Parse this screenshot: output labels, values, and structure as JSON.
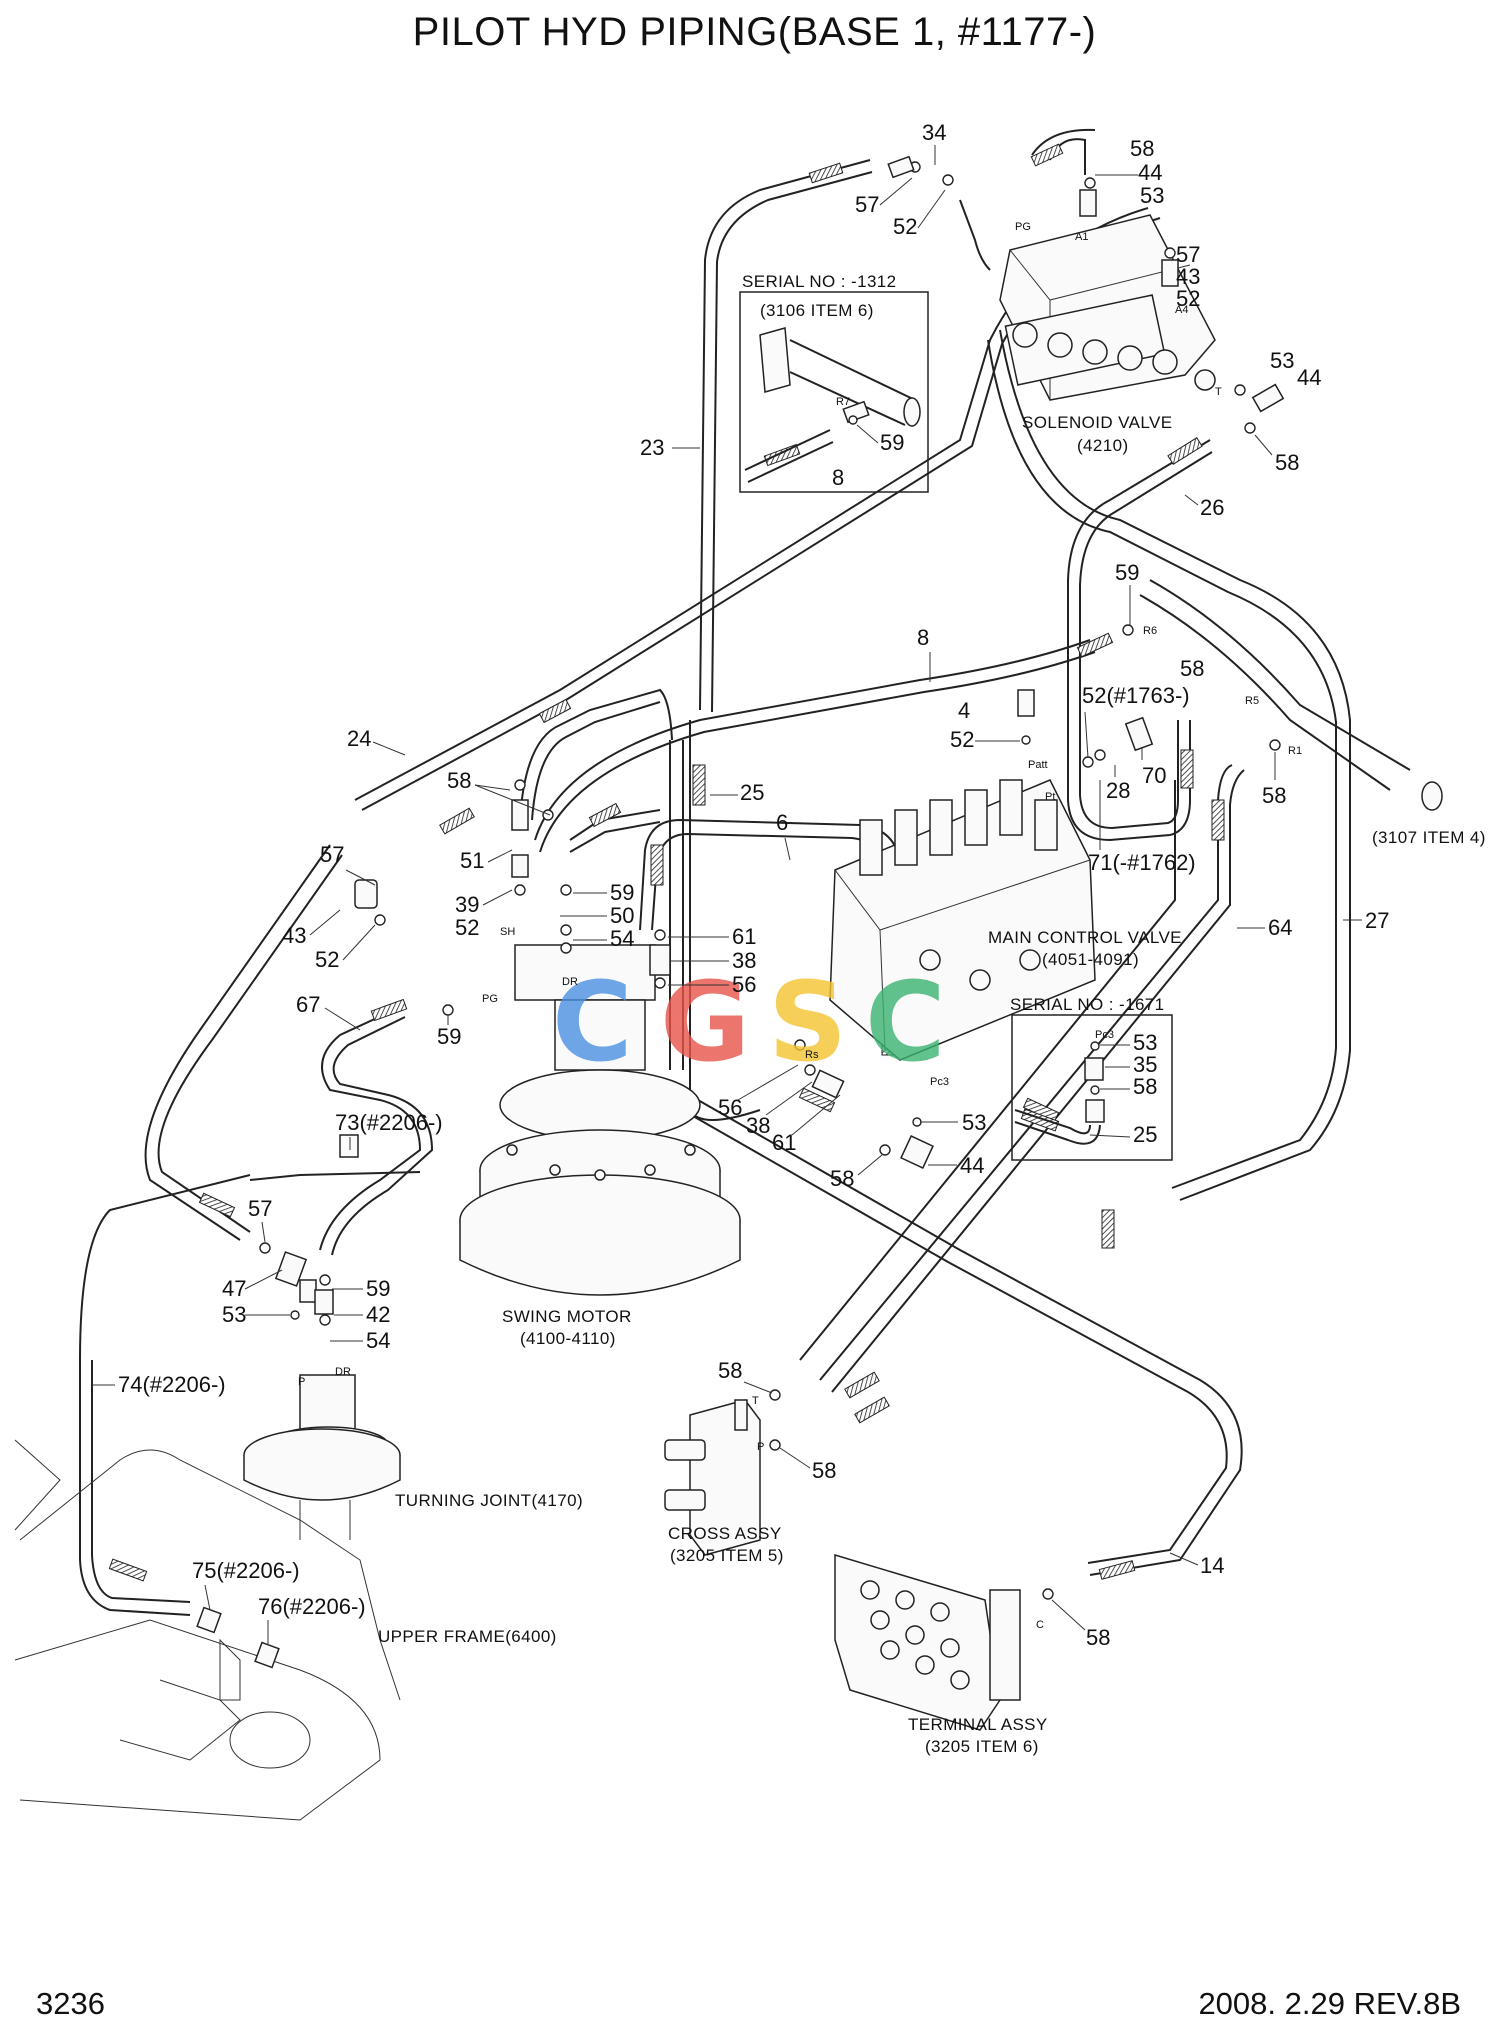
{
  "header": {
    "title": "PILOT HYD PIPING(BASE 1, #1177-)"
  },
  "footer": {
    "page": "3236",
    "date_rev": "2008. 2.29  REV.8B"
  },
  "watermark": {
    "letters": [
      "C",
      "G",
      "S",
      "C"
    ],
    "colors": [
      "#4a90e2",
      "#e8534a",
      "#f4c430",
      "#3cb371"
    ]
  },
  "components": {
    "solenoid_valve": "SOLENOID VALVE",
    "solenoid_ref": "(4210)",
    "main_control_valve": "MAIN CONTROL VALVE",
    "mcv_ref": "(4051-4091)",
    "swing_motor": "SWING MOTOR",
    "swing_ref": "(4100-4110)",
    "turning_joint": "TURNING JOINT(4170)",
    "upper_frame": "UPPER FRAME(6400)",
    "cross_assy": "CROSS ASSY",
    "cross_ref": "(3205 ITEM 5)",
    "terminal_assy": "TERMINAL ASSY",
    "terminal_ref": "(3205 ITEM 6)",
    "ref_3107": "(3107 ITEM 4)"
  },
  "insets": {
    "a": {
      "serial": "SERIAL NO : -1312",
      "ref": "(3106 ITEM 6)",
      "n1": "59",
      "n2": "8"
    },
    "b": {
      "serial": "SERIAL NO : -1671",
      "n1": "53",
      "n2": "35",
      "n3": "58",
      "n4": "25"
    }
  },
  "ports": [
    "PG",
    "A1",
    "A4",
    "T",
    "R6",
    "R5",
    "R1",
    "Patt",
    "Pt",
    "Rs",
    "Pc3",
    "SH",
    "DR",
    "PG",
    "P",
    "DR",
    "T",
    "P",
    "C",
    "R7",
    "Pc3"
  ],
  "callouts": [
    "34",
    "57",
    "52",
    "58",
    "44",
    "53",
    "57",
    "43",
    "52",
    "53",
    "44",
    "58",
    "26",
    "23",
    "59",
    "8",
    "4",
    "52",
    "52(#1763-)",
    "58",
    "70",
    "28",
    "58",
    "71(-#1762)",
    "64",
    "27",
    "24",
    "58",
    "25",
    "6",
    "51",
    "57",
    "43",
    "52",
    "39",
    "52",
    "59",
    "50",
    "54",
    "61",
    "38",
    "56",
    "67",
    "59",
    "56",
    "38",
    "61",
    "58",
    "44",
    "53",
    "73(#2206-)",
    "57",
    "47",
    "53",
    "59",
    "42",
    "54",
    "74(#2206-)",
    "75(#2206-)",
    "76(#2206-)",
    "58",
    "58",
    "14",
    "58"
  ]
}
